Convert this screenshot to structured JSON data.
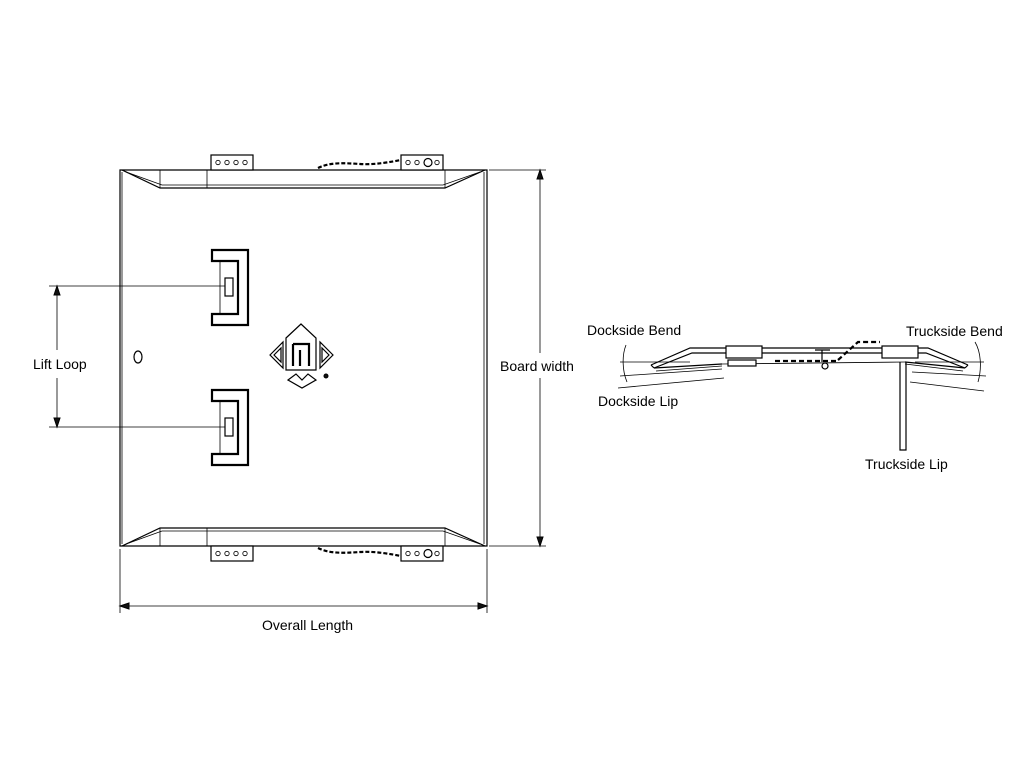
{
  "top_view": {
    "lift_loop_label": "Lift Loop",
    "board_width_label": "Board width",
    "overall_length_label": "Overall Length"
  },
  "side_view": {
    "dockside_bend_label": "Dockside Bend",
    "truckside_bend_label": "Truckside Bend",
    "dockside_lip_label": "Dockside Lip",
    "truckside_lip_label": "Truckside Lip"
  }
}
